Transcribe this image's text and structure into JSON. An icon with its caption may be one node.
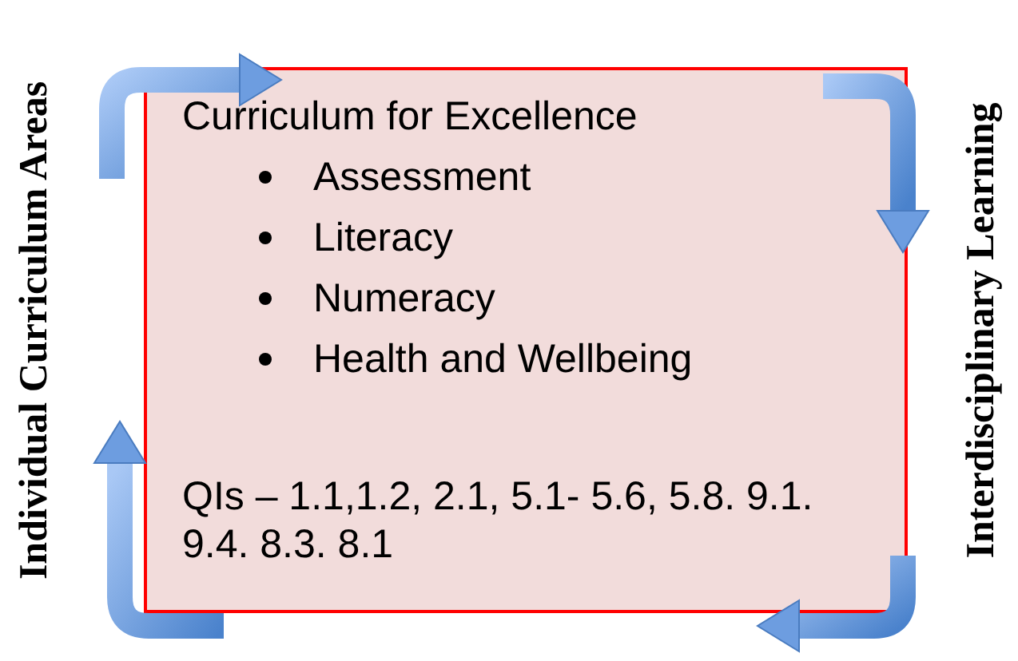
{
  "diagram": {
    "nodes": [
      {
        "text": [
          "Curriculum for Excellence",
          "Assessment",
          "Literacy",
          "Numeracy",
          "Health and Wellbeing",
          "QIs – 1.1,1.2,  2.1, 5.1- 5.6, 5.8. 9.1. 9.4. 8.3. 8.1"
        ]
      }
    ],
    "edges": [],
    "labels": [
      "Individual Curriculum Areas",
      "Interdisciplinary Learning"
    ]
  }
}
